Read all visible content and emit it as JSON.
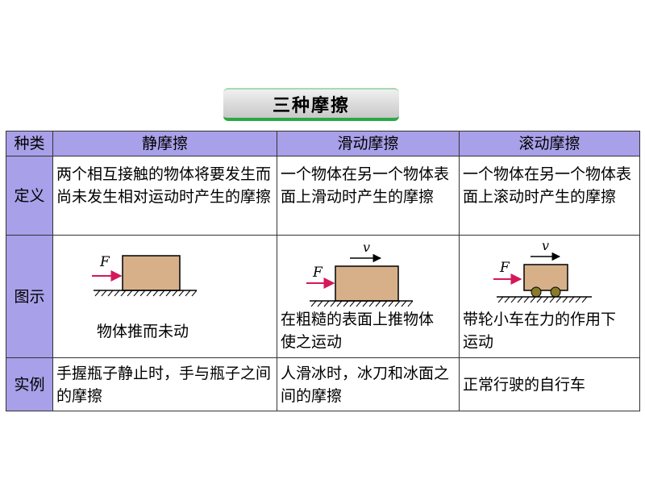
{
  "title": "三种摩擦",
  "headers": [
    "种类",
    "静摩擦",
    "滑动摩擦",
    "滚动摩擦"
  ],
  "rows": {
    "definition": {
      "label": "定义",
      "static": "两个相互接触的物体将要发生而尚未发生相对运动时产生的摩擦",
      "sliding": "一个物体在另一个物体表面上滑动时产生的摩擦",
      "rolling": "一个物体在另一个物体表面上滚动时产生的摩擦"
    },
    "diagram": {
      "label": "图示",
      "static": {
        "force": "F",
        "caption": "物体推而未动"
      },
      "sliding": {
        "force": "F",
        "velocity": "v",
        "caption": "在粗糙的表面上推物体使之运动"
      },
      "rolling": {
        "force": "F",
        "velocity": "v",
        "caption": "带轮小车在力的作用下运动"
      }
    },
    "example": {
      "label": "实例",
      "static": "手握瓶子静止时，手与瓶子之间的摩擦",
      "sliding": "人滑冰时，冰刀和冰面之间的摩擦",
      "rolling": "正常行驶的自行车"
    }
  },
  "colors": {
    "header_bg": "#a8a0e8",
    "block_fill": "#d7b08a",
    "force_arrow": "#d4185a",
    "banner_accent": "#29a845"
  }
}
